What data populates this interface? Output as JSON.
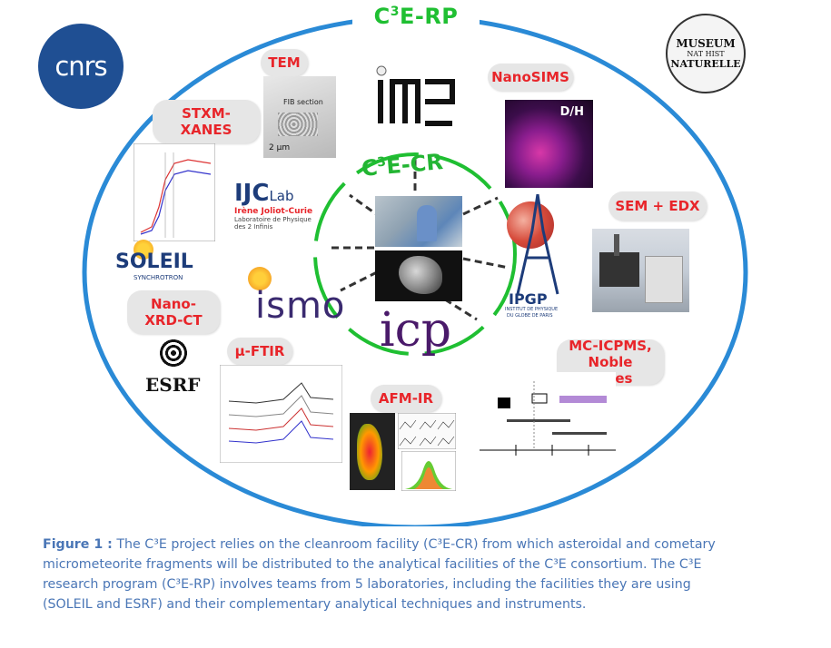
{
  "title": {
    "main": "C",
    "sup": "3",
    "rest": "E-RP"
  },
  "cleanroom": {
    "main": "C",
    "sup": "3",
    "rest": "E-CR"
  },
  "techniques": {
    "tem": "TEM",
    "nanosims": "NanoSIMS",
    "stxm": "STXM-XANES",
    "sem": "SEM + EDX",
    "nanoxrd": "Nano-XRD-CT",
    "mcicpms": "MC-ICPMS, Noble gases",
    "muftir": "μ-FTIR",
    "afmir": "AFM-IR"
  },
  "photo_text": {
    "fib_section": "FIB section",
    "scale_2um": "2 μm",
    "dh": "D/H"
  },
  "logos": {
    "cnrs": "cnrs",
    "museum_l1": "MUSEUM",
    "museum_l2": "NAT HIST",
    "museum_l3": "NATURELLE",
    "ijclab_main": "IJC",
    "ijclab_lab": "Lab",
    "ijclab_sub": "Irène Joliot-Curie",
    "ijclab_desc1": "Laboratoire de Physique",
    "ijclab_desc2": "des 2 Infinis",
    "soleil": "SOLEIL",
    "soleil_sub": "SYNCHROTRON",
    "ismo": "ismo",
    "esrf": "ESRF",
    "icp": "icp",
    "ipgp": "IPGP",
    "ipgp_sub1": "INSTITUT DE PHYSIQUE",
    "ipgp_sub2": "DU GLOBE DE PARIS",
    "impmc": "impmc"
  },
  "caption": {
    "label": "Figure 1 :",
    "line1": " The C³E project relies on the cleanroom facility (C³E-CR) from which asteroidal and cometary",
    "line2": "micrometeorite fragments will be distributed to the analytical facilities of the C³E consortium. The C³E",
    "line3": "research program (C³E-RP) involves teams from 5 laboratories, including the facilities they are using",
    "line4": "(SOLEIL and ESRF) and their complementary analytical techniques and instruments."
  },
  "colors": {
    "ring_blue": "#2a8ad6",
    "ring_green": "#1fbf32",
    "label_red": "#e8252a",
    "label_bg": "#e6e6e6",
    "caption_blue": "#4a76b6",
    "cnrs_blue": "#1f4f93"
  }
}
